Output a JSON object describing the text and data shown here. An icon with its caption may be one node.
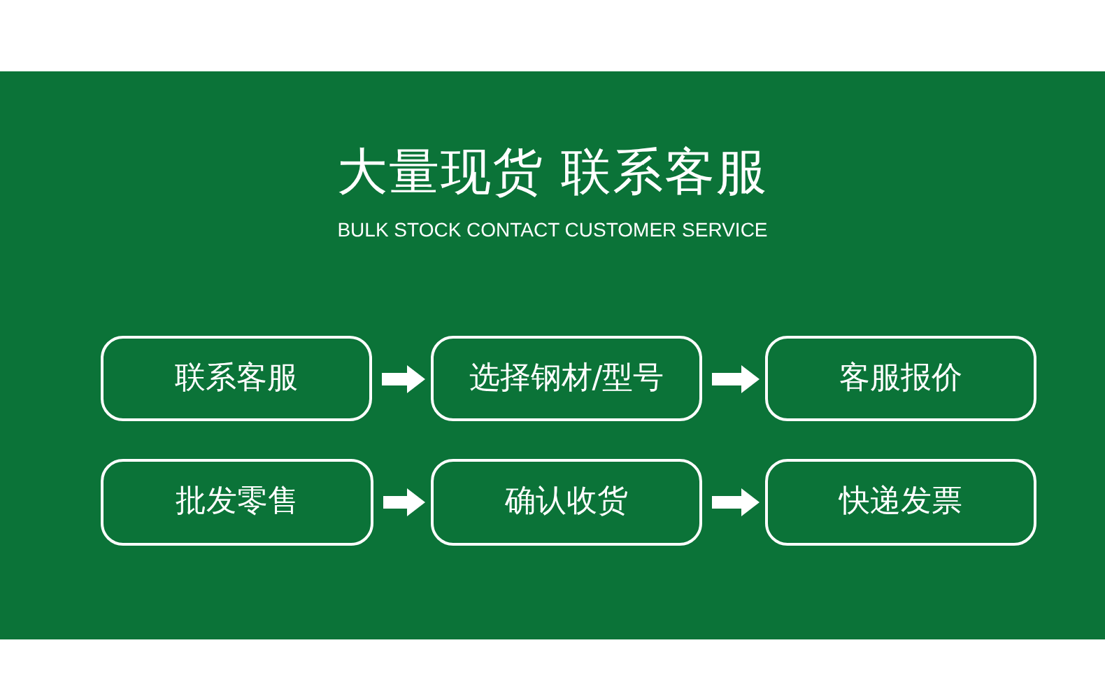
{
  "diagram": {
    "title": "大量现货 联系客服",
    "nodes": [
      {
        "text": [
          "联系客服"
        ]
      },
      {
        "text": [
          "选择钢材/型号"
        ]
      },
      {
        "text": [
          "客服报价"
        ]
      },
      {
        "text": [
          "批发零售"
        ]
      },
      {
        "text": [
          "确认收货"
        ]
      },
      {
        "text": [
          "快递发票"
        ]
      }
    ],
    "edges": [
      {
        "from": 0,
        "to": 1,
        "arrow": "to"
      },
      {
        "from": 1,
        "to": 2,
        "arrow": "to"
      },
      {
        "from": 3,
        "to": 4,
        "arrow": "to"
      },
      {
        "from": 4,
        "to": 5,
        "arrow": "to"
      }
    ],
    "labels": [
      "BULK STOCK CONTACT CUSTOMER SERVICE"
    ]
  }
}
